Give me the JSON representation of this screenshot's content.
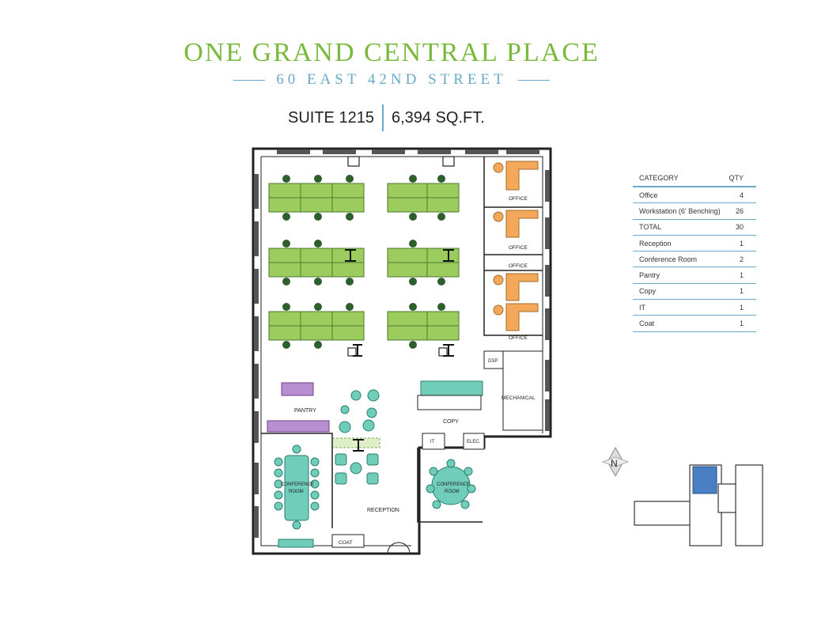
{
  "header": {
    "title": "ONE GRAND CENTRAL PLACE",
    "subtitle": "60 EAST 42ND STREET",
    "suite": "SUITE 1215",
    "area": "6,394  SQ.FT."
  },
  "legend": {
    "col_category": "CATEGORY",
    "col_qty": "QTY",
    "rows": [
      {
        "category": "Office",
        "qty": "4"
      },
      {
        "category": "Workstation (6' Benching)",
        "qty": "26"
      },
      {
        "category": "TOTAL",
        "qty": "30"
      },
      {
        "category": "Reception",
        "qty": "1"
      },
      {
        "category": "Conference Room",
        "qty": "2"
      },
      {
        "category": "Pantry",
        "qty": "1"
      },
      {
        "category": "Copy",
        "qty": "1"
      },
      {
        "category": "IT",
        "qty": "1"
      },
      {
        "category": "Coat",
        "qty": "1"
      }
    ]
  },
  "rooms": {
    "office_1": "OFFICE",
    "office_2": "OFFICE",
    "office_3": "OFFICE",
    "office_4": "OFFICE",
    "dsp": "DSP",
    "mechanical": "MECHANICAL",
    "pantry": "PANTRY",
    "copy": "COPY",
    "it": "IT",
    "elec": "ELEC.",
    "conference_a_line1": "CONFERENCE",
    "conference_a_line2": "ROOM",
    "conference_b_line1": "CONFERENCE",
    "conference_b_line2": "ROOM",
    "reception": "RECEPTION",
    "coat": "COAT"
  },
  "compass": {
    "north_label": "N"
  },
  "colors": {
    "title_green": "#79b93c",
    "accent_blue": "#6aa9c9",
    "workstation_green": "#9ccc5e",
    "office_orange": "#f4a85a",
    "conference_teal": "#6fcdb9",
    "pantry_purple": "#b78fd0",
    "highlight_blue": "#4a7fc4"
  }
}
